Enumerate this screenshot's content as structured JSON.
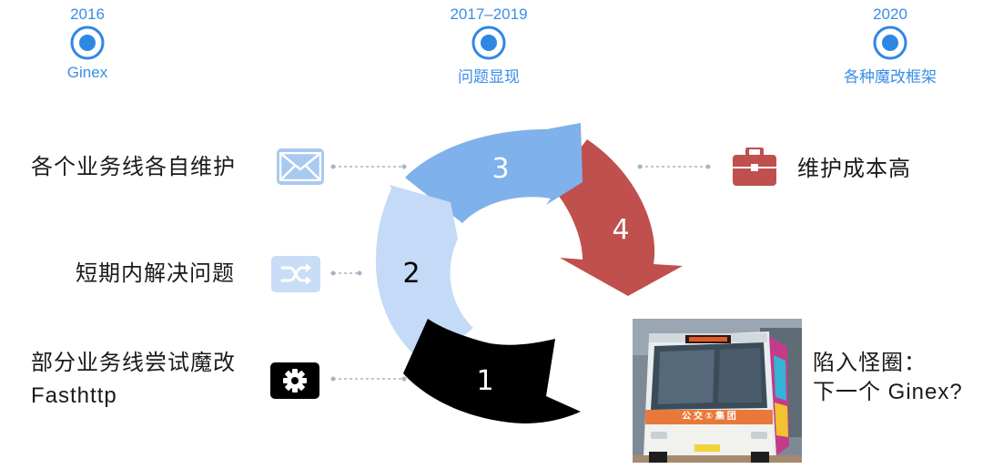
{
  "timeline": {
    "color": "#2f87e4",
    "milestones": [
      {
        "year": "2016",
        "label": "Ginex"
      },
      {
        "year": "2017–2019",
        "label": "问题显现"
      },
      {
        "year": "2020",
        "label": "各种魔改框架"
      }
    ]
  },
  "cycle": {
    "steps": [
      {
        "number": "1",
        "color": "#000000",
        "text_color": "#ffffff"
      },
      {
        "number": "2",
        "color": "#c4daf6",
        "text_color": "#000000"
      },
      {
        "number": "3",
        "color": "#7fb1ea",
        "text_color": "#ffffff"
      },
      {
        "number": "4",
        "color": "#c0504d",
        "text_color": "#ffffff"
      }
    ]
  },
  "items": {
    "maintain_separately": {
      "text": "各个业务线各自维护",
      "icon": "envelope-icon",
      "icon_color": "#a9c9f0"
    },
    "short_term_fix": {
      "text": "短期内解决问题",
      "icon": "shuffle-icon",
      "icon_color": "#c9ddf6"
    },
    "try_modify": {
      "line1": "部分业务线尝试魔改",
      "line2": "Fasthttp",
      "icon": "gear-icon",
      "icon_color": "#000000"
    },
    "high_cost": {
      "text": "维护成本高",
      "icon": "briefcase-icon",
      "icon_color": "#c0504d"
    }
  },
  "trap": {
    "line1": "陷入怪圈：",
    "line2": "下一个 Ginex?",
    "bus_sign": "公 交 ① 集 团"
  }
}
